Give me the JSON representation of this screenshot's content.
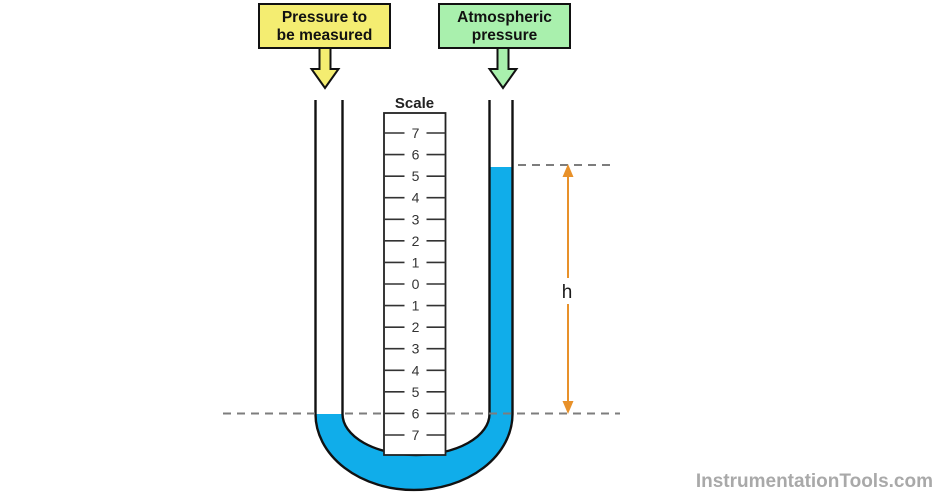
{
  "colors": {
    "liquid": "#10ADEA",
    "pressure_box_fill": "#F4ED71",
    "atmospheric_box_fill": "#A9F0AD",
    "outline": "#111111",
    "dashed_line": "#7d7d7d",
    "dimension_arrow": "#E8912A",
    "scale_ink": "#333333",
    "watermark": "#A9A9A9"
  },
  "annotations": {
    "pressure_label": {
      "line1": "Pressure to",
      "line2": "be measured"
    },
    "atmospheric_label": {
      "line1": "Atmospheric",
      "line2": "pressure"
    },
    "height_label": "h",
    "watermark": "InstrumentationTools.com"
  },
  "scale": {
    "title": "Scale",
    "ticks": [
      "7",
      "6",
      "5",
      "4",
      "3",
      "2",
      "1",
      "0",
      "1",
      "2",
      "3",
      "4",
      "5",
      "6",
      "7"
    ]
  }
}
